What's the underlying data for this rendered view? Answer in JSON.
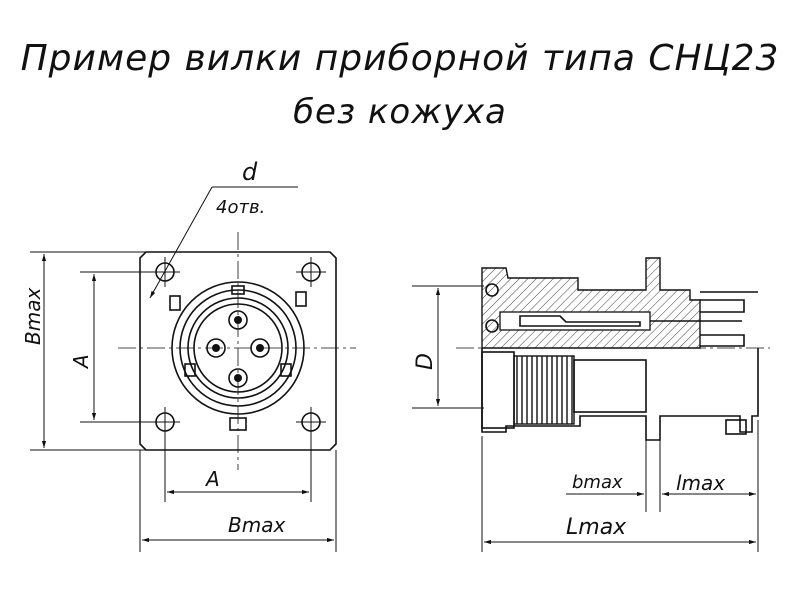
{
  "title": {
    "line1": "Пример вилки приборной типа СНЦ23",
    "line2": "без кожуха"
  },
  "front_view": {
    "hole_diameter_label": "d",
    "hole_count_label": "4отв.",
    "height_max_label": "Bmax",
    "hole_spacing_vertical_label": "A",
    "hole_spacing_horizontal_label": "A",
    "width_max_label": "Bmax"
  },
  "side_view": {
    "diameter_label": "D",
    "flange_label": "bmax",
    "tail_label": "lmax",
    "length_label": "Lmax"
  }
}
